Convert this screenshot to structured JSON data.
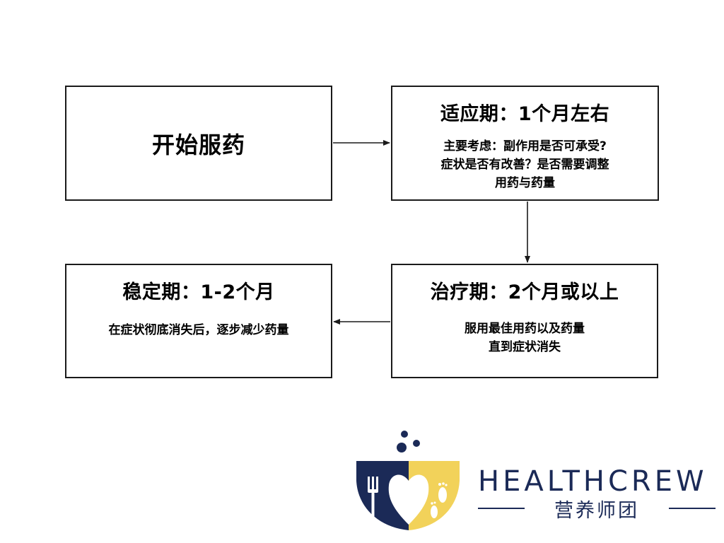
{
  "flow": {
    "start": {
      "label": "开始服药"
    },
    "adaptation": {
      "title": "适应期：1个月左右",
      "lines": [
        "主要考虑：副作用是否可承受?",
        "症状是否有改善？是否需要调整",
        "用药与药量"
      ]
    },
    "treatment": {
      "title": "治疗期：2个月或以上",
      "lines": [
        "服用最佳用药以及药量",
        "直到症状消失"
      ]
    },
    "stable": {
      "title": "稳定期：1-2个月",
      "lines": [
        "在症状彻底消失后，逐步减少药量"
      ]
    }
  },
  "brand": {
    "name_en": "HEALTHCREW",
    "name_cn": "营养师团",
    "colors": {
      "navy": "#1b2a57",
      "yellow": "#f2d25a",
      "white": "#ffffff"
    },
    "icons": [
      "fork-icon",
      "heart-icon",
      "footprint-icon",
      "bubbles-icon"
    ]
  }
}
